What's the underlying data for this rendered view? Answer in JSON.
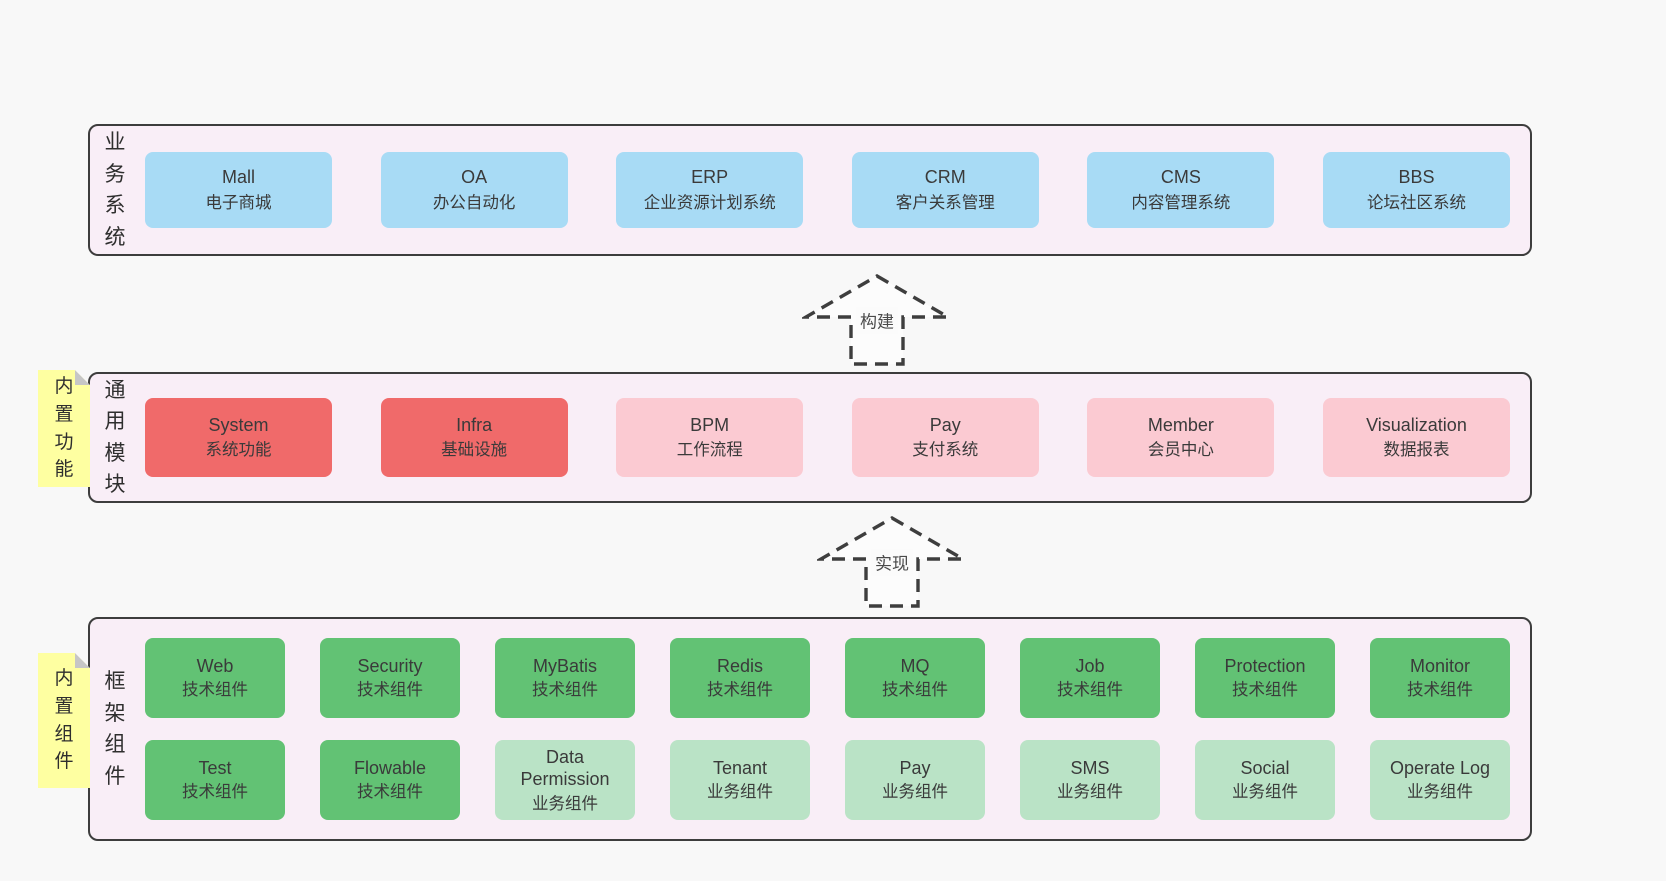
{
  "colors": {
    "page": "#f8f8f8",
    "panel": "#f9eef7",
    "border": "#3d3d3d",
    "blue": "#a8dbf5",
    "red": "#f06a6a",
    "pink": "#fbcad2",
    "green": "#62c274",
    "lightgreen": "#bae3c6",
    "yellow": "#feffa1"
  },
  "sections": [
    {
      "label": "业务系统",
      "boxes": [
        {
          "en": "Mall",
          "zh": "电子商城",
          "variant": "blue"
        },
        {
          "en": "OA",
          "zh": "办公自动化",
          "variant": "blue"
        },
        {
          "en": "ERP",
          "zh": "企业资源计划系统",
          "variant": "blue"
        },
        {
          "en": "CRM",
          "zh": "客户关系管理",
          "variant": "blue"
        },
        {
          "en": "CMS",
          "zh": "内容管理系统",
          "variant": "blue"
        },
        {
          "en": "BBS",
          "zh": "论坛社区系统",
          "variant": "blue"
        }
      ]
    },
    {
      "label": "通用模块",
      "note": "内置功能",
      "boxes": [
        {
          "en": "System",
          "zh": "系统功能",
          "variant": "red"
        },
        {
          "en": "Infra",
          "zh": "基础设施",
          "variant": "red"
        },
        {
          "en": "BPM",
          "zh": "工作流程",
          "variant": "pink"
        },
        {
          "en": "Pay",
          "zh": "支付系统",
          "variant": "pink"
        },
        {
          "en": "Member",
          "zh": "会员中心",
          "variant": "pink"
        },
        {
          "en": "Visualization",
          "zh": "数据报表",
          "variant": "pink"
        }
      ]
    },
    {
      "label": "框架组件",
      "note": "内置组件",
      "rows": [
        [
          {
            "en": "Web",
            "zh": "技术组件",
            "variant": "green"
          },
          {
            "en": "Security",
            "zh": "技术组件",
            "variant": "green"
          },
          {
            "en": "MyBatis",
            "zh": "技术组件",
            "variant": "green"
          },
          {
            "en": "Redis",
            "zh": "技术组件",
            "variant": "green"
          },
          {
            "en": "MQ",
            "zh": "技术组件",
            "variant": "green"
          },
          {
            "en": "Job",
            "zh": "技术组件",
            "variant": "green"
          },
          {
            "en": "Protection",
            "zh": "技术组件",
            "variant": "green"
          },
          {
            "en": "Monitor",
            "zh": "技术组件",
            "variant": "green"
          }
        ],
        [
          {
            "en": "Test",
            "zh": "技术组件",
            "variant": "green"
          },
          {
            "en": "Flowable",
            "zh": "技术组件",
            "variant": "green"
          },
          {
            "en": "Data Permission",
            "zh": "业务组件",
            "variant": "lightgreen"
          },
          {
            "en": "Tenant",
            "zh": "业务组件",
            "variant": "lightgreen"
          },
          {
            "en": "Pay",
            "zh": "业务组件",
            "variant": "lightgreen"
          },
          {
            "en": "SMS",
            "zh": "业务组件",
            "variant": "lightgreen"
          },
          {
            "en": "Social",
            "zh": "业务组件",
            "variant": "lightgreen"
          },
          {
            "en": "Operate Log",
            "zh": "业务组件",
            "variant": "lightgreen"
          }
        ]
      ]
    }
  ],
  "arrows": [
    {
      "label": "构建"
    },
    {
      "label": "实现"
    }
  ]
}
